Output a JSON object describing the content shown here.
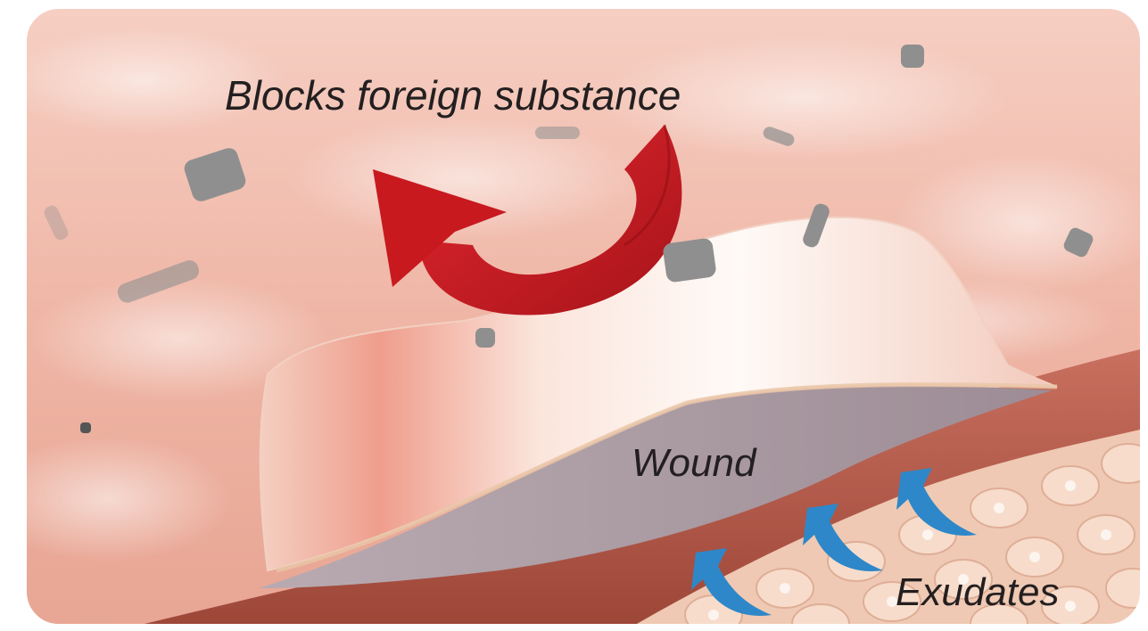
{
  "labels": {
    "blocks": "Blocks foreign substance",
    "wound": "Wound",
    "exudates": "Exudates"
  },
  "colors": {
    "skin_surface": "#f0b8a8",
    "skin_highlight": "#fbe4dc",
    "dressing": "#fdf3ee",
    "wound_bed": "#a99aa2",
    "tissue_layer": "#b4584a",
    "cells": "#f2cdb7",
    "red_arrow": "#cf1f26",
    "blue_arrow": "#2e87c8",
    "debris": "#8f8f8f",
    "text": "#231f20"
  },
  "icons": {
    "block_arrow": "curved-red-arrow-icon",
    "exudate_arrow": "curved-blue-arrow-icon",
    "debris": "debris-particle-icon"
  }
}
